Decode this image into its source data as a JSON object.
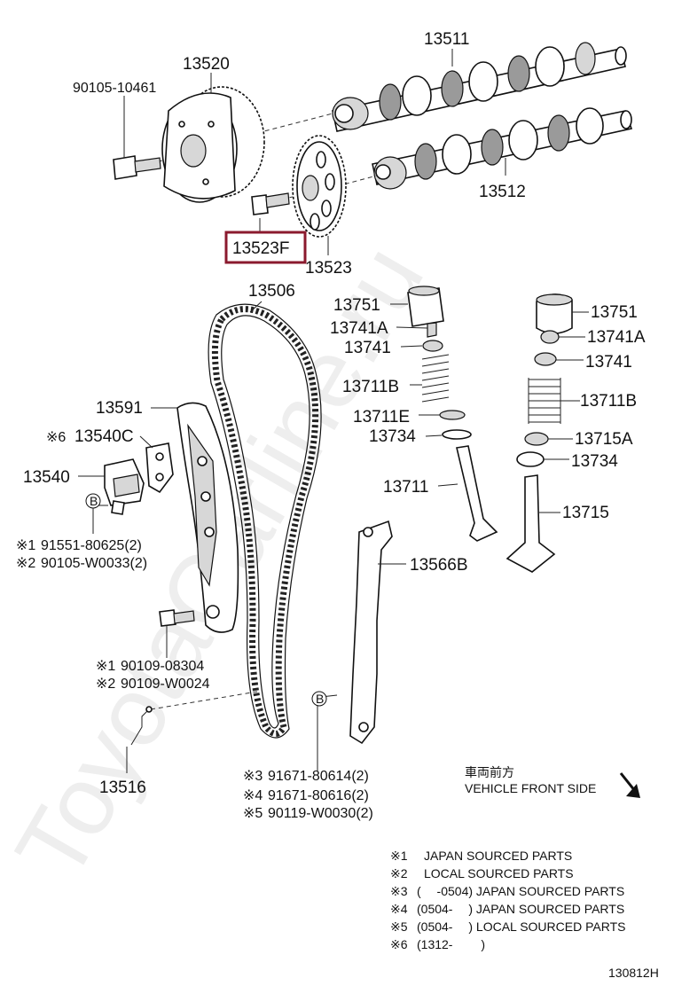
{
  "labels": {
    "l13520": "13520",
    "l90105_10461": "90105-10461",
    "l13511": "13511",
    "l13512": "13512",
    "l13523F": "13523F",
    "l13523": "13523",
    "l13506": "13506",
    "l13751a": "13751",
    "l13741Aa": "13741A",
    "l13741a": "13741",
    "l13711Ba": "13711B",
    "l13711E": "13711E",
    "l13734a": "13734",
    "l13711": "13711",
    "l13751b": "13751",
    "l13741Ab": "13741A",
    "l13741b": "13741",
    "l13711Bb": "13711B",
    "l13715A": "13715A",
    "l13734b": "13734",
    "l13715": "13715",
    "l13591": "13591",
    "l13540C": "13540C",
    "l13540": "13540",
    "l91551": "91551-80625(2)",
    "l90105_W0033": "90105-W0033(2)",
    "l13566B": "13566B",
    "l90109_08304": "90109-08304",
    "l90109_W0024": "90109-W0024",
    "l13516": "13516",
    "l91671_80614": "91671-80614(2)",
    "l91671_80616": "91671-80616(2)",
    "l90119_W0030": "90119-W0030(2)"
  },
  "marks": {
    "m6": "※6",
    "m1": "※1",
    "m2": "※2",
    "m1b": "※1",
    "m2b": "※2",
    "m3": "※3",
    "m4": "※4",
    "m5": "※5",
    "circleB": "B"
  },
  "direction": {
    "jp": "車両前方",
    "en": "VEHICLE FRONT SIDE"
  },
  "notes": [
    {
      "mark": "※1",
      "text": "JAPAN SOURCED PARTS"
    },
    {
      "mark": "※2",
      "text": "LOCAL SOURCED PARTS"
    },
    {
      "mark": "※3",
      "text": "(　 -0504) JAPAN SOURCED PARTS"
    },
    {
      "mark": "※4",
      "text": "(0504-　 ) JAPAN SOURCED PARTS"
    },
    {
      "mark": "※5",
      "text": "(0504-　 ) LOCAL SOURCED PARTS"
    },
    {
      "mark": "※6",
      "text": "(1312-　　 )"
    }
  ],
  "diagram_id": "130812H",
  "watermark": "ToyotaCarline.ru",
  "colors": {
    "highlight": "#8b1a2e",
    "ink": "#111111"
  }
}
